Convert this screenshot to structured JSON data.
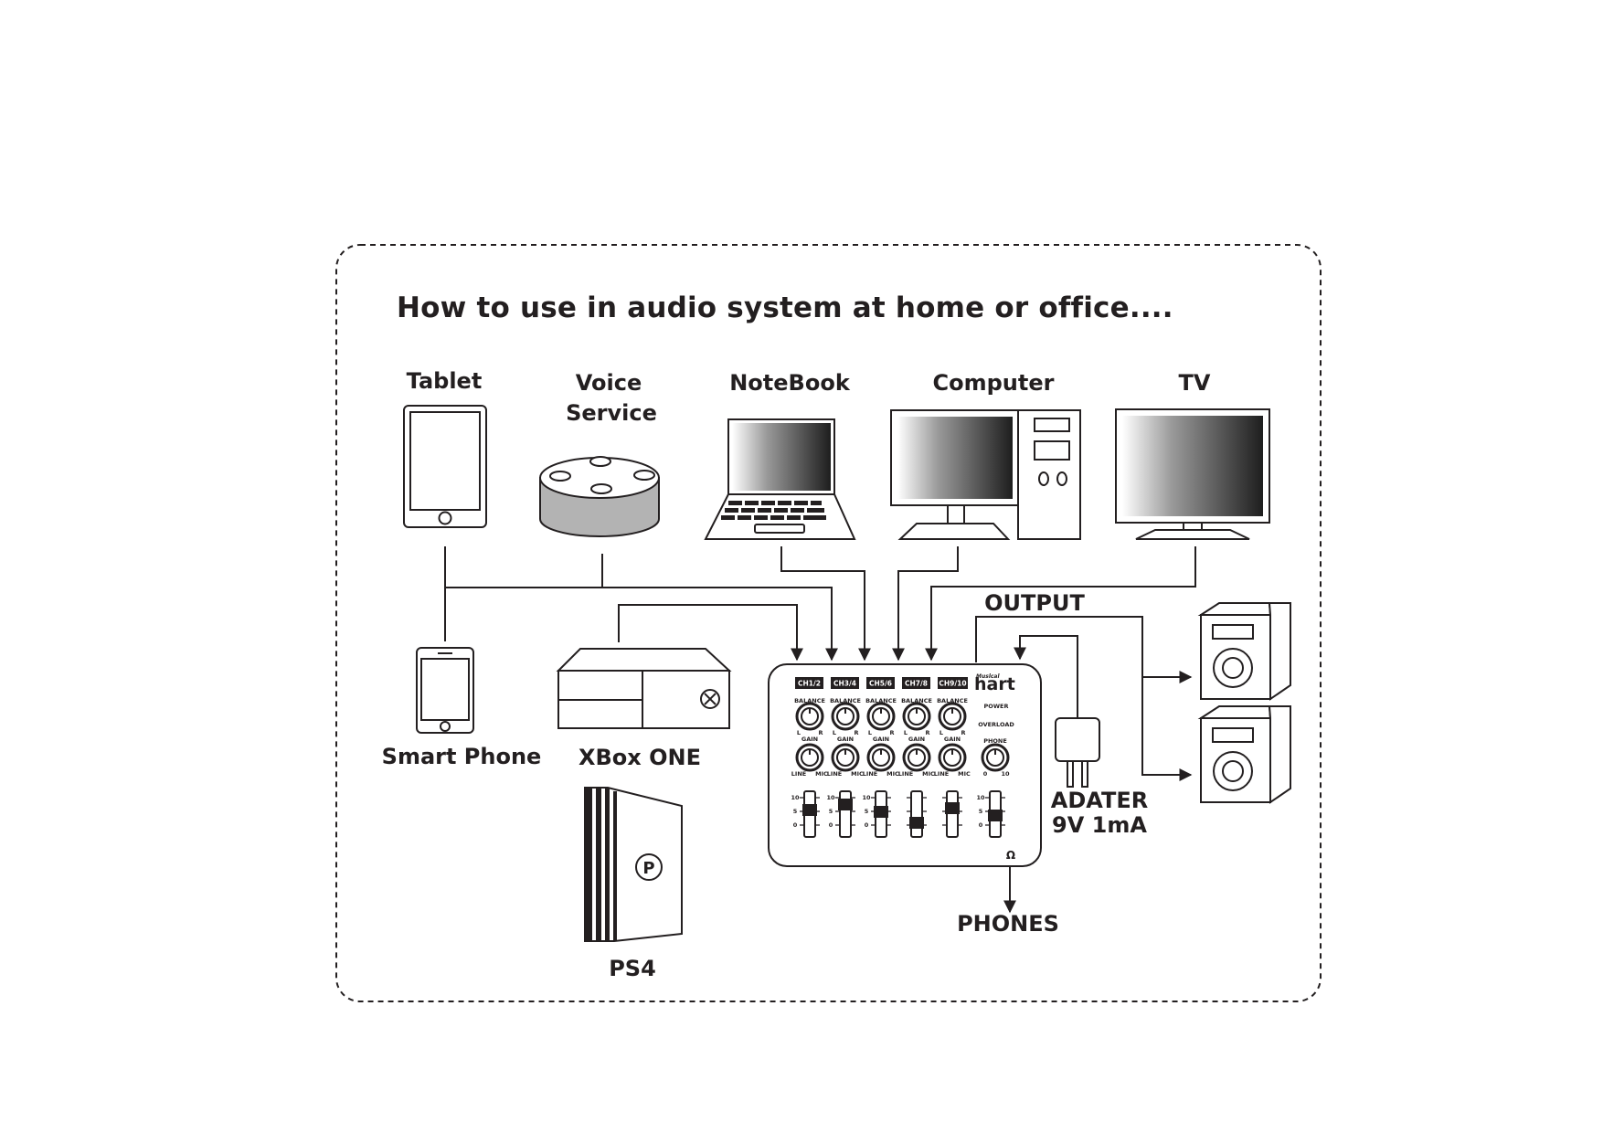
{
  "title": "How to use in audio system at home or office....",
  "devices": {
    "tablet": "Tablet",
    "voice_service_line1": "Voice",
    "voice_service_line2": "Service",
    "notebook": "NoteBook",
    "computer": "Computer",
    "tv": "TV",
    "smart_phone": "Smart Phone",
    "xbox": "XBox ONE",
    "ps4": "PS4"
  },
  "output_label": "OUTPUT",
  "phones_label": "PHONES",
  "adapter": {
    "line1": "ADATER",
    "line2": "9V 1mA"
  },
  "mixer": {
    "brand": "hart",
    "brand_small": "Muslcal",
    "channels": [
      "CH1/2",
      "CH3/4",
      "CH5/6",
      "CH7/8",
      "CH9/10"
    ],
    "balance_label": "BALANCE",
    "gain_label": "GAIN",
    "power_label": "POWER",
    "overload_label": "OVERLOAD",
    "phone_label": "PHONE",
    "bal_l": "L",
    "bal_r": "R",
    "line_label": "LINE",
    "mic_label": "MIC",
    "phone_min": "0",
    "phone_max": "10",
    "scale_top": "10",
    "scale_mid": "5",
    "scale_bot": "0"
  },
  "ps4_logo": "P"
}
